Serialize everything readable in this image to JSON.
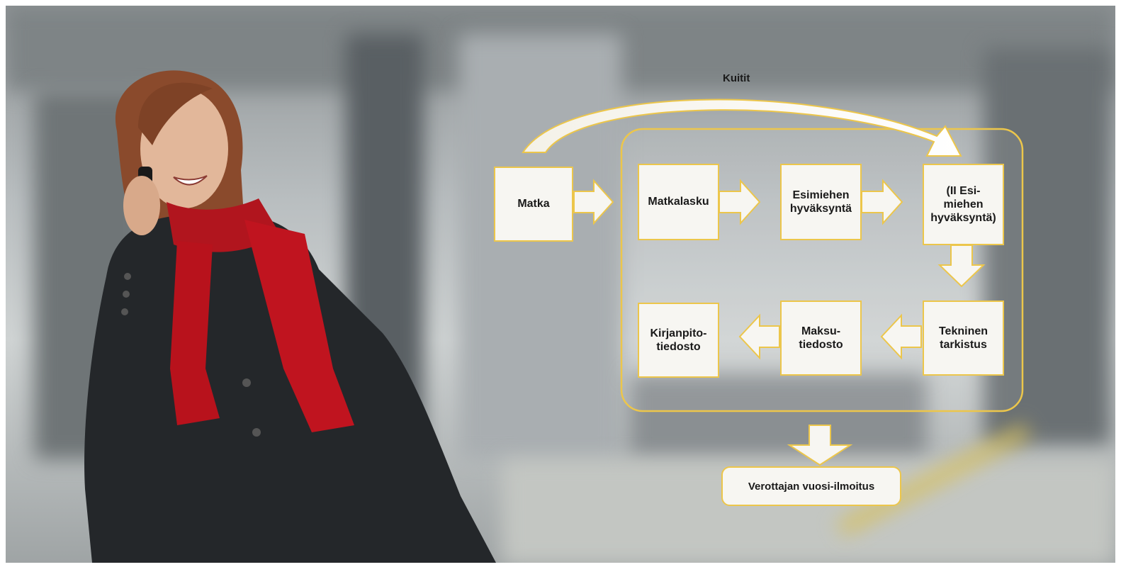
{
  "diagram": {
    "top_label": "Kuitit",
    "nodes": {
      "matka": "Matka",
      "matkalasku": "Matkalasku",
      "esimiehen": "Esimiehen\nhyväksyntä",
      "ii_esimiehen": "(II Esi-\nmiehen\nhyväksyntä)",
      "tekninen": "Tekninen\ntarkistus",
      "maksu": "Maksu-\ntiedosto",
      "kirjanpito": "Kirjanpito-\ntiedosto",
      "verottaja": "Verottajan vuosi-ilmoitus"
    }
  },
  "colors": {
    "box_border": "#ecc64b",
    "box_fill": "#f7f6f2",
    "arrow_fill": "#f7f6f2"
  }
}
